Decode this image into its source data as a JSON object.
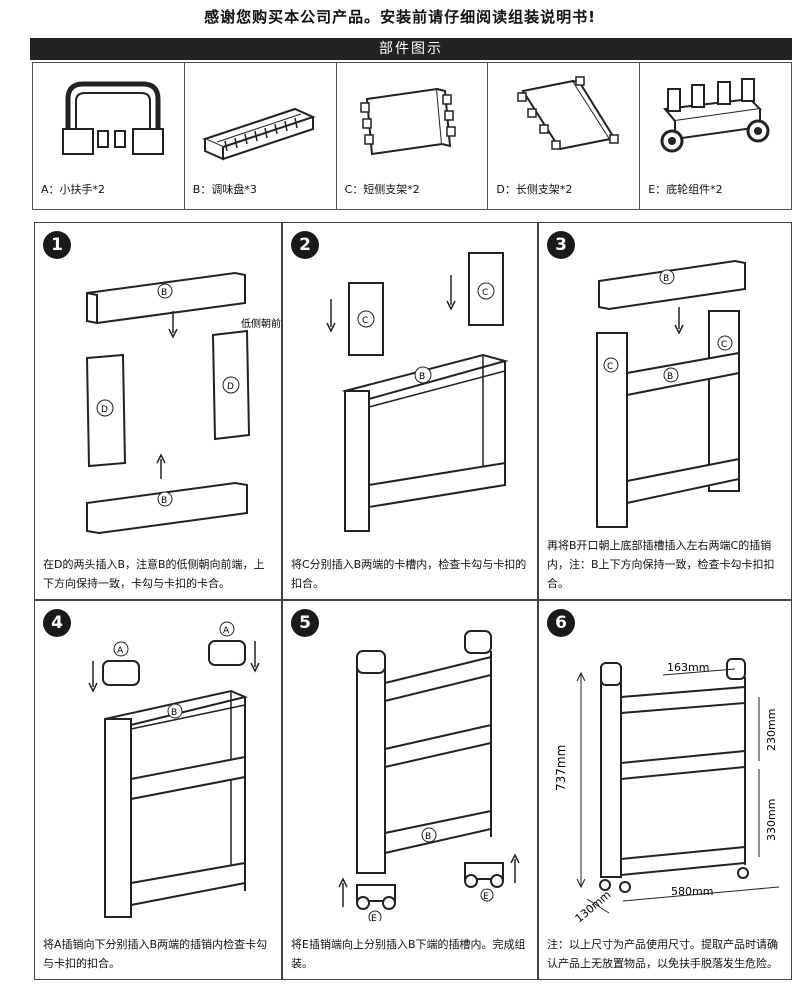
{
  "header": {
    "title": "感谢您购买本公司产品。安装前请仔细阅读组装说明书!"
  },
  "parts_bar": {
    "title": "部件图示"
  },
  "parts": [
    {
      "label": "A：小扶手*2",
      "icon": "handle-icon"
    },
    {
      "label": "B：调味盘*3",
      "icon": "tray-icon"
    },
    {
      "label": "C：短侧支架*2",
      "icon": "short-bracket-icon"
    },
    {
      "label": "D：长侧支架*2",
      "icon": "long-bracket-icon"
    },
    {
      "label": "E：底轮组件*2",
      "icon": "caster-icon"
    }
  ],
  "steps": [
    {
      "number": "1",
      "text": "在D的两头插入B，注意B的低侧朝向前端，上下方向保持一致，卡勾与卡扣的卡合。",
      "note": "低侧朝前"
    },
    {
      "number": "2",
      "text": "将C分别插入B两端的卡槽内，检查卡勾与卡扣的扣合。"
    },
    {
      "number": "3",
      "text": "再将B开口朝上底部插槽插入左右两端C的插销内，注：B上下方向保持一致，检查卡勾卡扣扣合。"
    },
    {
      "number": "4",
      "text": "将A插销向下分别插入B两端的插销内检查卡勾与卡扣的扣合。"
    },
    {
      "number": "5",
      "text": "将E插销端向上分别插入B下端的插槽内。完成组装。"
    },
    {
      "number": "6",
      "text": "注：以上尺寸为产品使用尺寸。提取产品时请确认产品上无放置物品，以免扶手脱落发生危险。"
    }
  ],
  "dimensions": {
    "width_top": "163mm",
    "gap_top": "230mm",
    "gap_bottom": "330mm",
    "height": "737mm",
    "length": "580mm",
    "depth": "130mm"
  },
  "markers": {
    "b": "B",
    "c": "C",
    "d": "D",
    "a": "A",
    "e": "E"
  }
}
